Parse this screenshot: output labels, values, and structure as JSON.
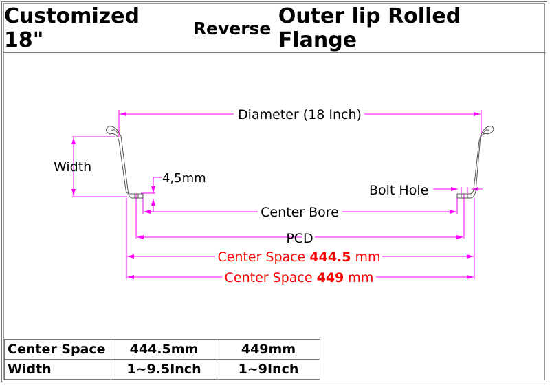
{
  "title": {
    "main": "Customized 18\"",
    "mid": "Reverse",
    "end": "Outer lip Rolled Flange"
  },
  "labels": {
    "diameter": "Diameter (18 Inch)",
    "width": "Width",
    "thickness": "4,5mm",
    "bolt_hole": "Bolt Hole",
    "center_bore": "Center Bore",
    "pcd": "PCD",
    "center_space_1": {
      "prefix": "Center Space ",
      "value": "444.5",
      "unit": " mm"
    },
    "center_space_2": {
      "prefix": "Center Space ",
      "value": "449",
      "unit": " mm"
    }
  },
  "table": {
    "rows": [
      {
        "label": "Center Space",
        "a": "444.5mm",
        "b": "449mm"
      },
      {
        "label": "Width",
        "a": "1~9.5Inch",
        "b": "1~9Inch"
      }
    ]
  },
  "colors": {
    "dimension": "#ff00ff",
    "highlight": "#ff0000",
    "outline": "#555555"
  }
}
